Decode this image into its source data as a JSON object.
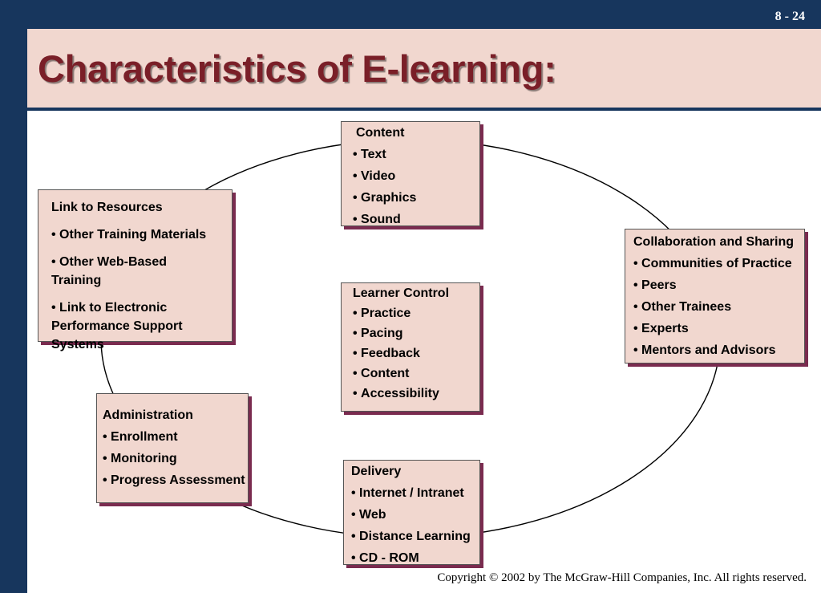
{
  "slide": {
    "page_number": "8 - 24",
    "title": "Characteristics of E-learning:",
    "copyright": "Copyright © 2002 by The McGraw-Hill Companies, Inc.  All rights reserved."
  },
  "colors": {
    "navy": "#17365d",
    "box_fill": "#f1d7cf",
    "title_red": "#7a1f28",
    "shadow_maroon": "#7a2b4f"
  },
  "boxes": {
    "content": {
      "heading": "Content",
      "items": [
        "Text",
        "Video",
        "Graphics",
        "Sound"
      ]
    },
    "resources": {
      "heading": "Link to Resources",
      "items": [
        "Other Training Materials",
        "Other Web-Based Training",
        "Link to Electronic Performance Support Systems"
      ]
    },
    "collaboration": {
      "heading": "Collaboration and Sharing",
      "items": [
        "Communities of Practice",
        "Peers",
        "Other Trainees",
        "Experts",
        "Mentors and Advisors"
      ]
    },
    "learner_control": {
      "heading": "Learner Control",
      "items": [
        "Practice",
        "Pacing",
        "Feedback",
        "Content",
        "Accessibility"
      ]
    },
    "administration": {
      "heading": "Administration",
      "items": [
        "Enrollment",
        "Monitoring",
        "Progress Assessment"
      ]
    },
    "delivery": {
      "heading": "Delivery",
      "items": [
        "Internet / Intranet",
        "Web",
        "Distance Learning",
        "CD - ROM"
      ]
    }
  }
}
